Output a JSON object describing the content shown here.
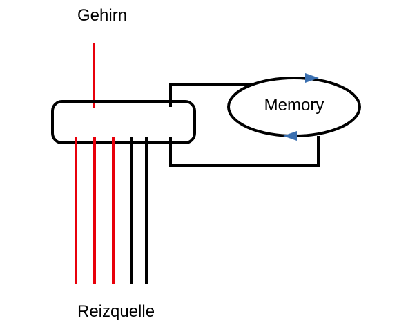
{
  "labels": {
    "top": "Gehirn",
    "bottom": "Reizquelle",
    "memory": "Memory"
  },
  "colors": {
    "red_line": "#e8000b",
    "black_line": "#000000",
    "arrow": "#3a6fb0"
  },
  "lines": {
    "input_colors": [
      "red",
      "red",
      "red",
      "black",
      "black"
    ]
  }
}
